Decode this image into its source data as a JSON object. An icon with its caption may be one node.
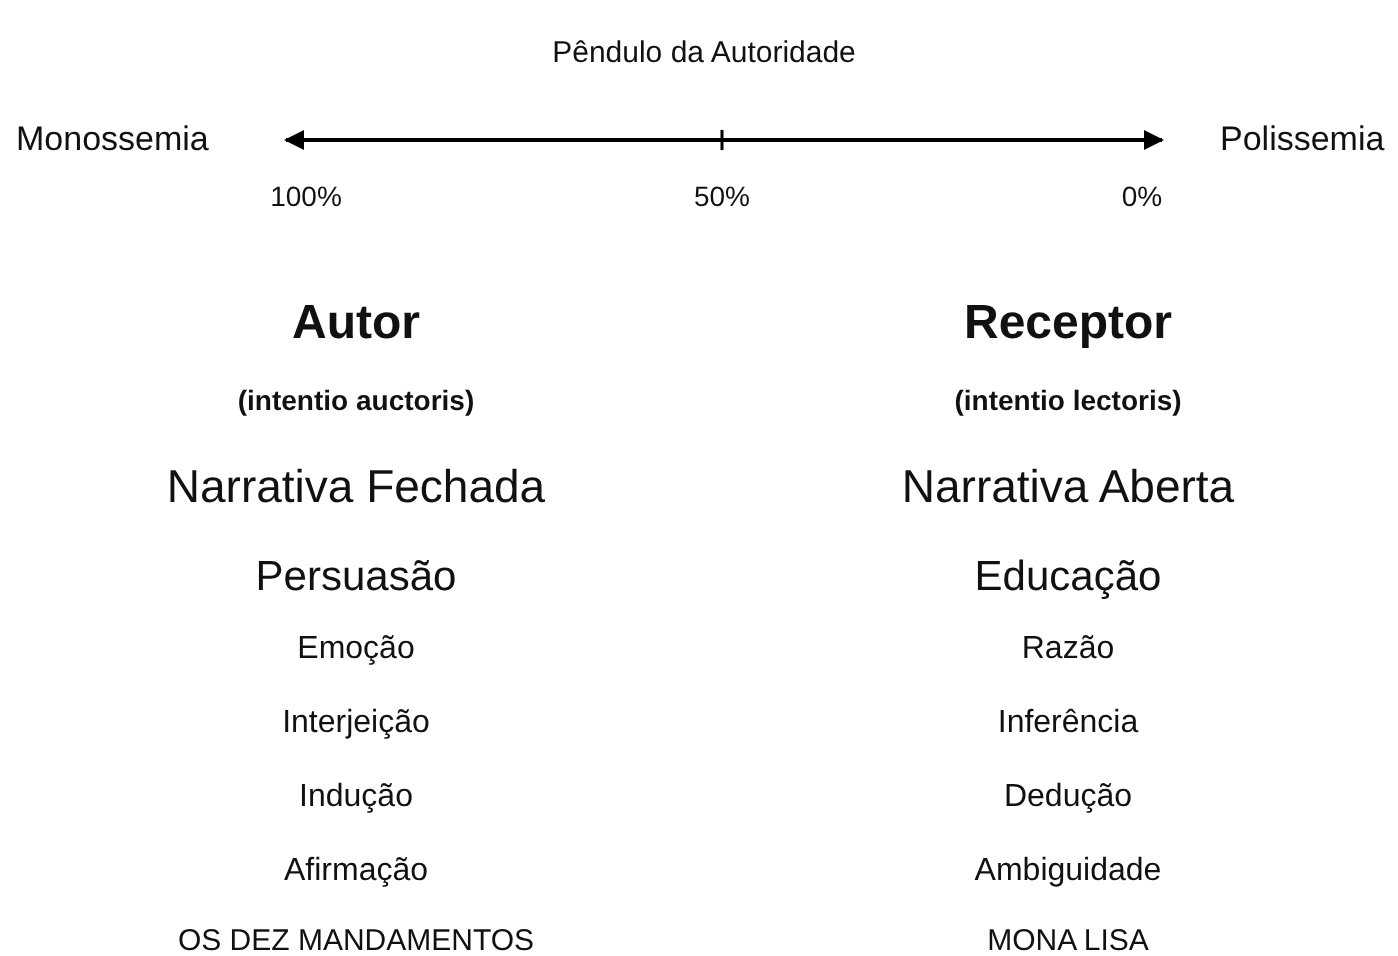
{
  "diagram": {
    "title": "Pêndulo da Autoridade",
    "nodes": [
      {
        "text": [
          "Monossemia"
        ]
      },
      {
        "text": [
          "Polissemia"
        ]
      }
    ],
    "edges": [
      {
        "from": 0,
        "to": 1,
        "arrow": "both"
      }
    ],
    "labels": [
      "100%",
      "50%",
      "0%",
      "Autor",
      "Receptor",
      "(intentio auctoris)",
      "(intentio lectoris)",
      "Narrativa Fechada",
      "Narrativa Aberta",
      "Persuasão",
      "Educação",
      "Emoção",
      "Razão",
      "Interjeição",
      "Inferência",
      "Indução",
      "Dedução",
      "Afirmação",
      "Ambiguidade",
      "OS DEZ MANDAMENTOS",
      "MONA LISA"
    ]
  }
}
